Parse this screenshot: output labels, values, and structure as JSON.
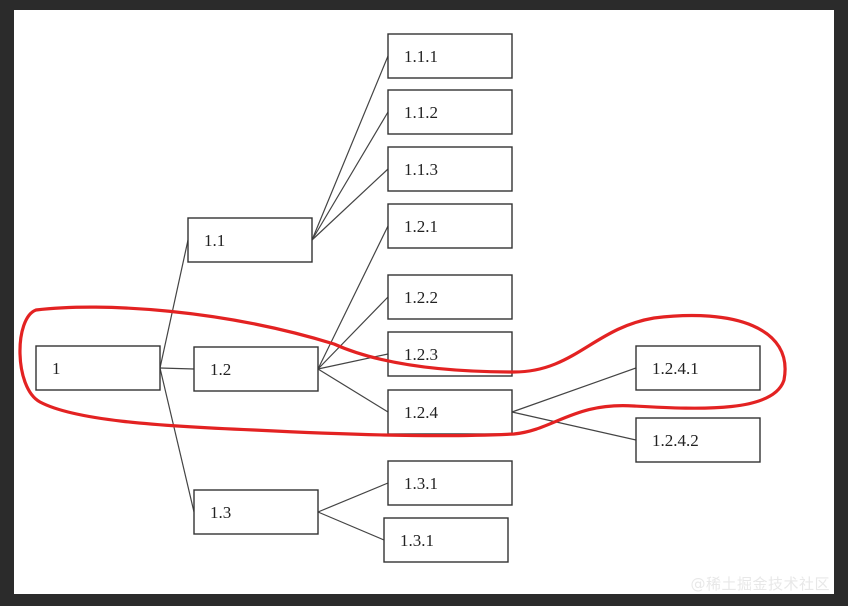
{
  "nodes": [
    {
      "id": "n1",
      "label": "1"
    },
    {
      "id": "n1_1",
      "label": "1.1"
    },
    {
      "id": "n1_2",
      "label": "1.2"
    },
    {
      "id": "n1_3",
      "label": "1.3"
    },
    {
      "id": "n1_1_1",
      "label": "1.1.1"
    },
    {
      "id": "n1_1_2",
      "label": "1.1.2"
    },
    {
      "id": "n1_1_3",
      "label": "1.1.3"
    },
    {
      "id": "n1_2_1",
      "label": "1.2.1"
    },
    {
      "id": "n1_2_2",
      "label": "1.2.2"
    },
    {
      "id": "n1_2_3",
      "label": "1.2.3"
    },
    {
      "id": "n1_2_4",
      "label": "1.2.4"
    },
    {
      "id": "n1_2_4_1",
      "label": "1.2.4.1"
    },
    {
      "id": "n1_2_4_2",
      "label": "1.2.4.2"
    },
    {
      "id": "n1_3_1a",
      "label": "1.3.1"
    },
    {
      "id": "n1_3_1b",
      "label": "1.3.1"
    }
  ],
  "edges": [
    [
      "n1",
      "n1_1"
    ],
    [
      "n1",
      "n1_2"
    ],
    [
      "n1",
      "n1_3"
    ],
    [
      "n1_1",
      "n1_1_1"
    ],
    [
      "n1_1",
      "n1_1_2"
    ],
    [
      "n1_1",
      "n1_1_3"
    ],
    [
      "n1_2",
      "n1_2_1"
    ],
    [
      "n1_2",
      "n1_2_2"
    ],
    [
      "n1_2",
      "n1_2_3"
    ],
    [
      "n1_2",
      "n1_2_4"
    ],
    [
      "n1_2_4",
      "n1_2_4_1"
    ],
    [
      "n1_2_4",
      "n1_2_4_2"
    ],
    [
      "n1_3",
      "n1_3_1a"
    ],
    [
      "n1_3",
      "n1_3_1b"
    ]
  ],
  "highlight": {
    "color": "#e32222",
    "nodes": [
      "n1",
      "n1_2",
      "n1_2_4",
      "n1_2_4_1"
    ]
  },
  "watermark": "@稀土掘金技术社区"
}
